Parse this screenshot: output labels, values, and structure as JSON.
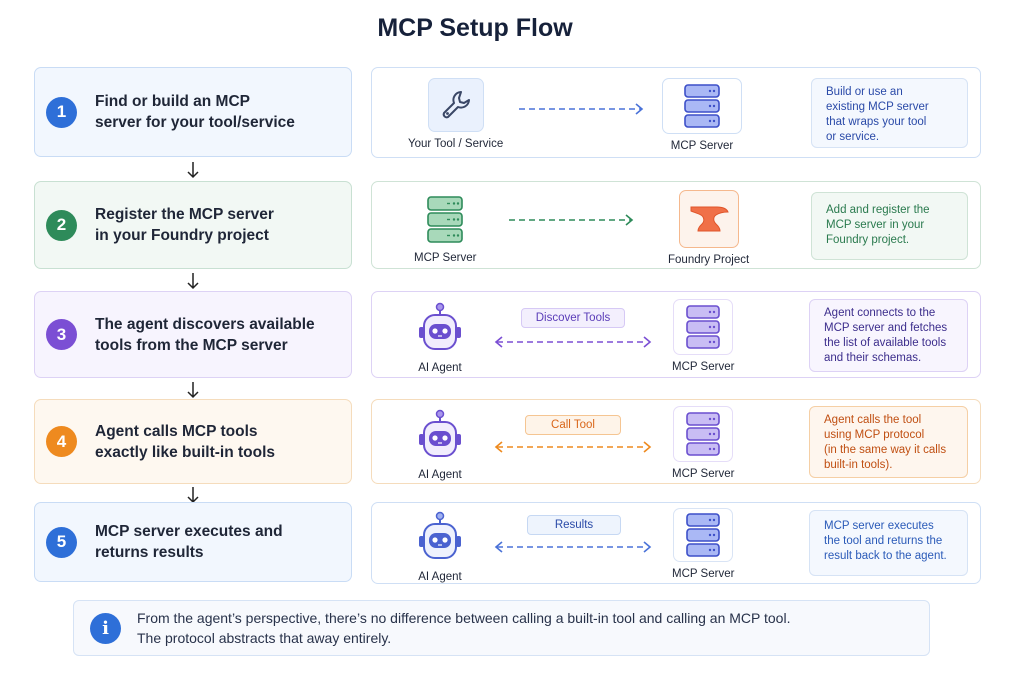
{
  "title": "MCP Setup Flow",
  "colors": {
    "blue": "#2e6fd8",
    "green": "#2e8b5a",
    "purple": "#7b4fd4",
    "orange": "#ee8a1f",
    "server_blue": "#5566d6",
    "server_green": "#3e9a68",
    "anvil": "#f07048"
  },
  "steps": [
    {
      "number": "1",
      "text_line1": "Find or build an MCP",
      "text_line2": "server for your tool/service"
    },
    {
      "number": "2",
      "text_line1": "Register the MCP server",
      "text_line2": "in your Foundry project"
    },
    {
      "number": "3",
      "text_line1": "The agent discovers available",
      "text_line2": "tools from the MCP server"
    },
    {
      "number": "4",
      "text_line1": "Agent calls MCP tools",
      "text_line2": "exactly like built-in tools"
    },
    {
      "number": "5",
      "text_line1": "MCP server executes and",
      "text_line2": "returns results"
    }
  ],
  "panels": [
    {
      "left_label": "Your Tool / Service",
      "left_icon": "wrench-icon",
      "right_label": "MCP Server",
      "right_icon": "server-icon",
      "arrow": "one-way",
      "note": [
        "Build or use an",
        "existing MCP server",
        "that wraps your tool",
        "or service."
      ]
    },
    {
      "left_label": "MCP Server",
      "left_icon": "server-icon",
      "right_label": "Foundry Project",
      "right_icon": "anvil-icon",
      "arrow": "one-way",
      "note": [
        "Add and register the",
        "MCP server in your",
        "Foundry project."
      ]
    },
    {
      "left_label": "AI Agent",
      "left_icon": "robot-icon",
      "right_label": "MCP Server",
      "right_icon": "server-icon",
      "arrow": "two-way",
      "chip": "Discover Tools",
      "note": [
        "Agent connects to the",
        "MCP server and fetches",
        "the list of available tools",
        "and their schemas."
      ]
    },
    {
      "left_label": "AI Agent",
      "left_icon": "robot-icon",
      "right_label": "MCP Server",
      "right_icon": "server-icon",
      "arrow": "two-way",
      "chip": "Call Tool",
      "note": [
        "Agent calls the tool",
        "using MCP protocol",
        "(in the same way it calls",
        "built-in tools)."
      ]
    },
    {
      "left_label": "AI Agent",
      "left_icon": "robot-icon",
      "right_label": "MCP Server",
      "right_icon": "server-icon",
      "arrow": "two-way",
      "chip": "Results",
      "note": [
        "MCP server executes",
        "the tool and returns the",
        "result back to the agent."
      ]
    }
  ],
  "info": {
    "line1": "From the agent’s perspective, there’s no difference between calling a built-in tool and calling an MCP tool.",
    "line2": "The protocol abstracts that away entirely."
  }
}
